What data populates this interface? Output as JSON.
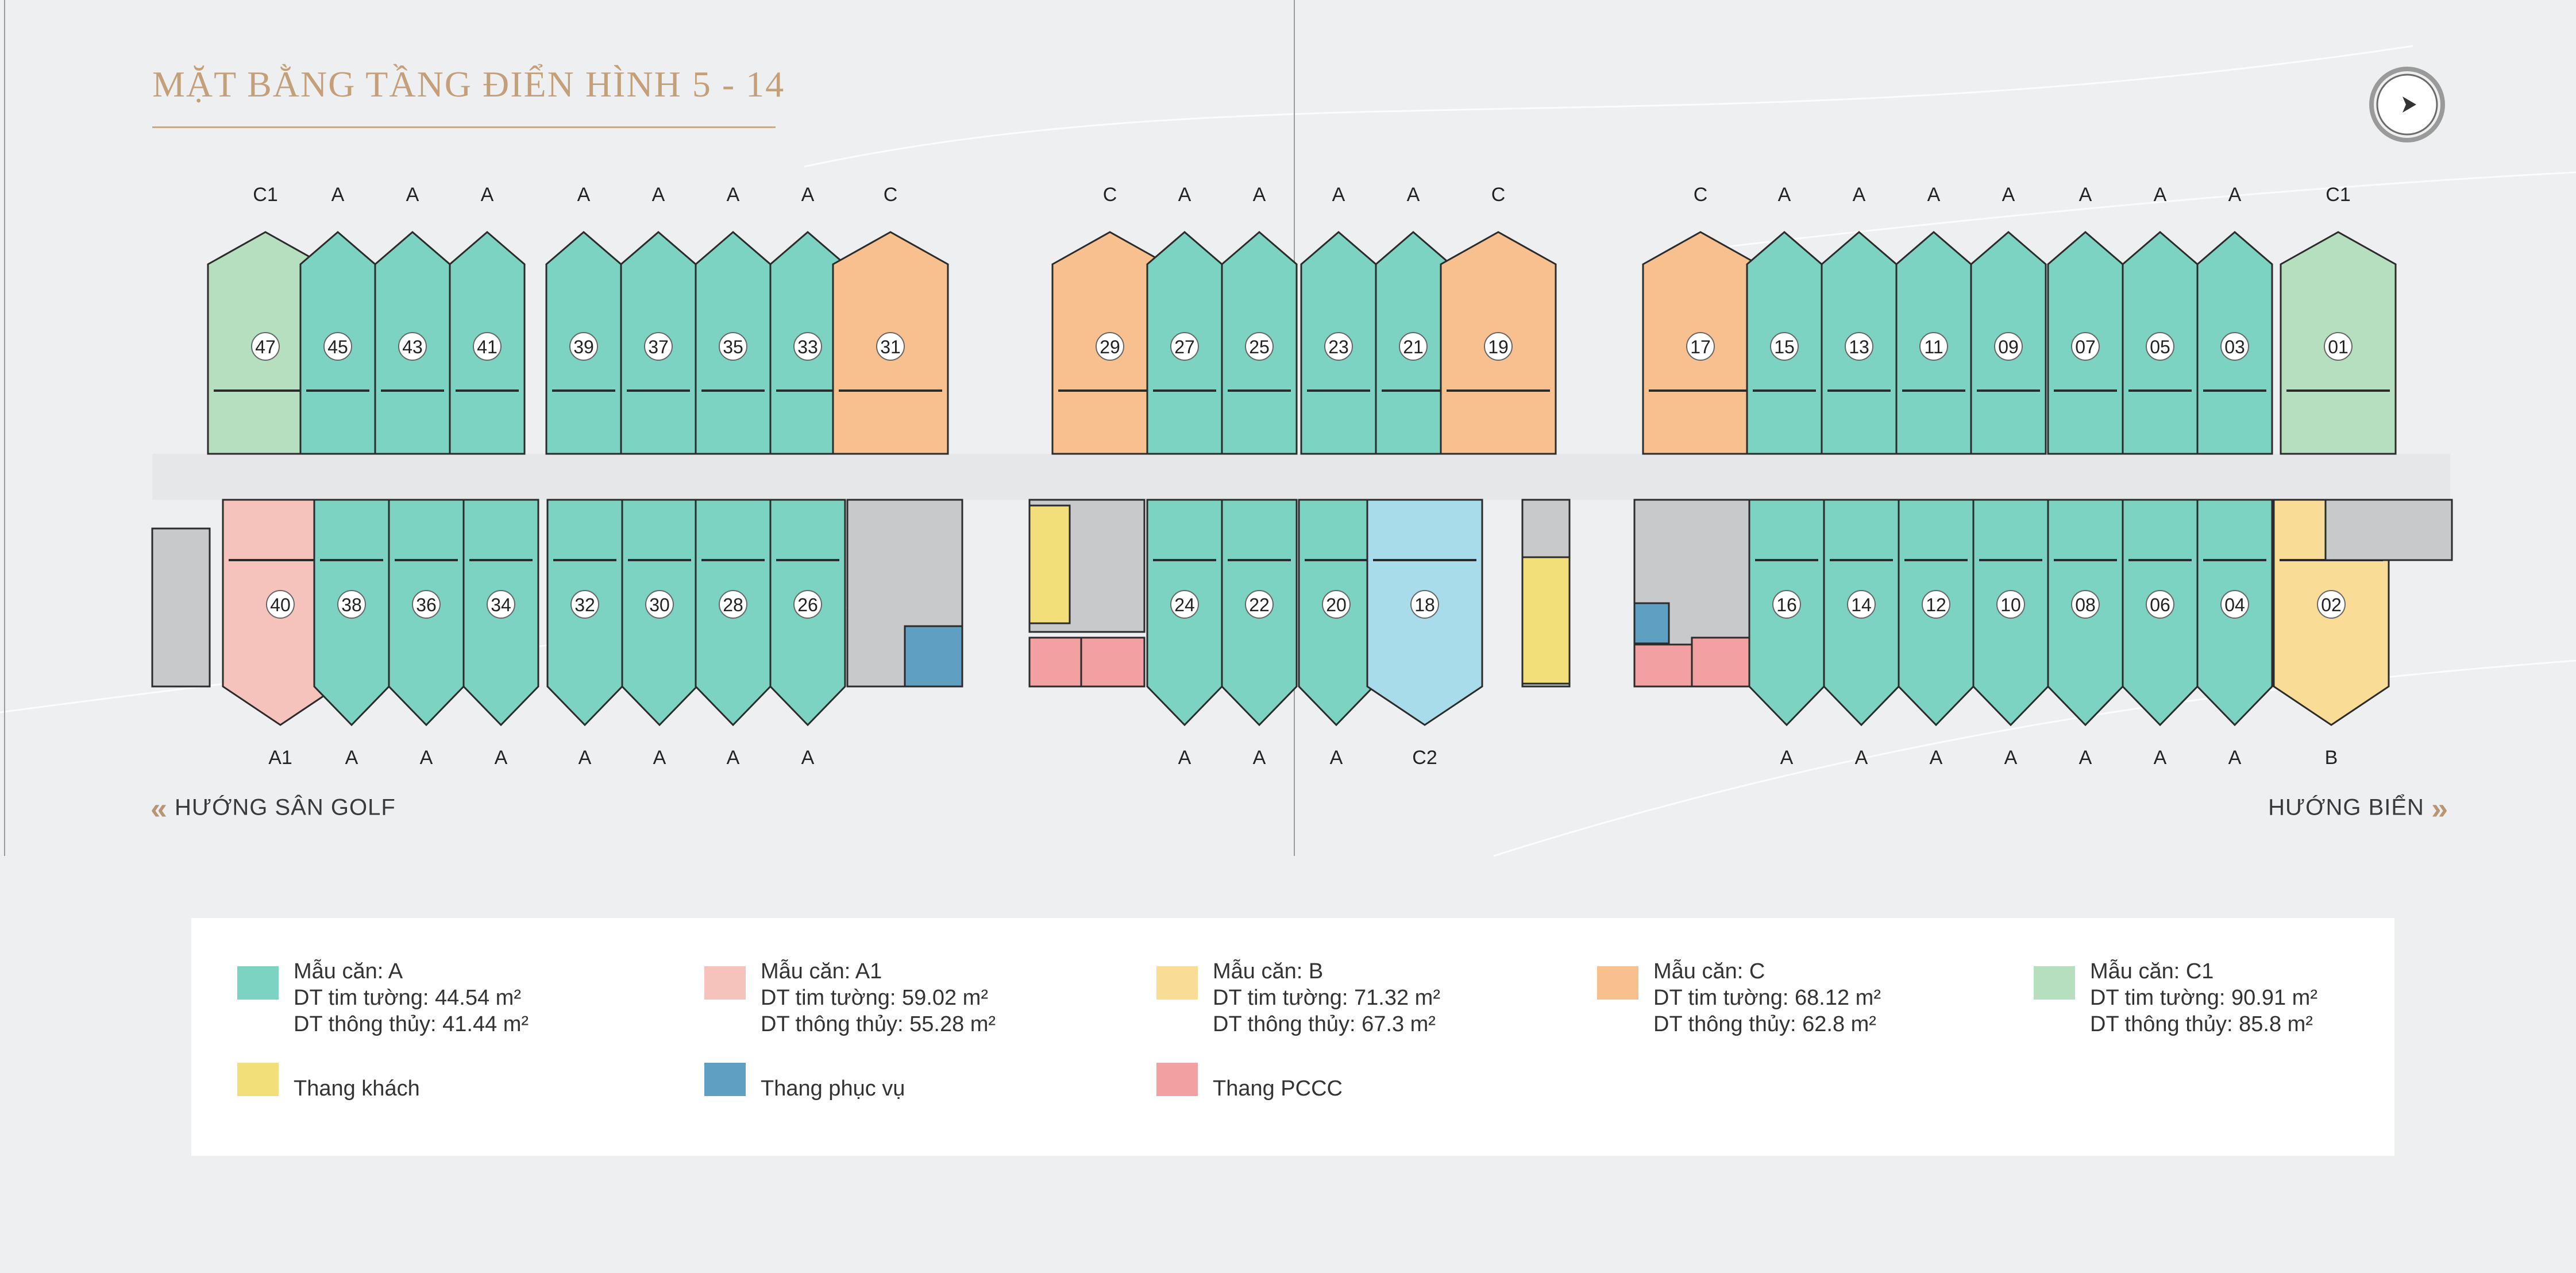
{
  "title": "MẶT BẰNG TẦNG ĐIỂN HÌNH 5 - 14",
  "directions": {
    "left": "HƯỚNG SÂN GOLF",
    "right": "HƯỚNG BIỂN"
  },
  "colors": {
    "A": "#7dd3c2",
    "A1": "#f6c3bc",
    "B": "#f9dc95",
    "C": "#f8bf8f",
    "C1": "#b5dfbe",
    "C2": "#a9dcea",
    "service": "#c8c9ca",
    "guest_lift": "#f2df79",
    "service_lift": "#5f9fc1",
    "fire_lift": "#f3a0a3",
    "wall": "#2b2b2b",
    "accent": "#c4a07a"
  },
  "top_row": [
    {
      "no": "47",
      "type": "C1"
    },
    {
      "no": "45",
      "type": "A"
    },
    {
      "no": "43",
      "type": "A"
    },
    {
      "no": "41",
      "type": "A"
    },
    {
      "no": "39",
      "type": "A"
    },
    {
      "no": "37",
      "type": "A"
    },
    {
      "no": "35",
      "type": "A"
    },
    {
      "no": "33",
      "type": "A"
    },
    {
      "no": "31",
      "type": "C"
    },
    {
      "no": "29",
      "type": "C"
    },
    {
      "no": "27",
      "type": "A"
    },
    {
      "no": "25",
      "type": "A"
    },
    {
      "no": "23",
      "type": "A"
    },
    {
      "no": "21",
      "type": "A"
    },
    {
      "no": "19",
      "type": "C"
    },
    {
      "no": "17",
      "type": "C"
    },
    {
      "no": "15",
      "type": "A"
    },
    {
      "no": "13",
      "type": "A"
    },
    {
      "no": "11",
      "type": "A"
    },
    {
      "no": "09",
      "type": "A"
    },
    {
      "no": "07",
      "type": "A"
    },
    {
      "no": "05",
      "type": "A"
    },
    {
      "no": "03",
      "type": "A"
    },
    {
      "no": "01",
      "type": "C1"
    }
  ],
  "bottom_row": [
    {
      "no": "40",
      "type": "A1"
    },
    {
      "no": "38",
      "type": "A"
    },
    {
      "no": "36",
      "type": "A"
    },
    {
      "no": "34",
      "type": "A"
    },
    {
      "no": "32",
      "type": "A"
    },
    {
      "no": "30",
      "type": "A"
    },
    {
      "no": "28",
      "type": "A"
    },
    {
      "no": "26",
      "type": "A"
    },
    {
      "no": "24",
      "type": "A"
    },
    {
      "no": "22",
      "type": "A"
    },
    {
      "no": "20",
      "type": "A"
    },
    {
      "no": "18",
      "type": "C2"
    },
    {
      "no": "16",
      "type": "A"
    },
    {
      "no": "14",
      "type": "A"
    },
    {
      "no": "12",
      "type": "A"
    },
    {
      "no": "10",
      "type": "A"
    },
    {
      "no": "08",
      "type": "A"
    },
    {
      "no": "06",
      "type": "A"
    },
    {
      "no": "04",
      "type": "A"
    },
    {
      "no": "02",
      "type": "B"
    }
  ],
  "legend": {
    "types": [
      {
        "name": "Mẫu căn: A",
        "wall_area": "DT tim tường: 44.54 m²",
        "net_area": "DT thông thủy: 41.44 m²",
        "color": "#7dd3c2"
      },
      {
        "name": "Mẫu căn: A1",
        "wall_area": "DT tim tường: 59.02 m²",
        "net_area": "DT thông thủy: 55.28 m²",
        "color": "#f6c3bc"
      },
      {
        "name": "Mẫu căn: B",
        "wall_area": "DT tim tường: 71.32 m²",
        "net_area": "DT thông thủy: 67.3 m²",
        "color": "#f9dc95"
      },
      {
        "name": "Mẫu căn: C",
        "wall_area": "DT tim tường: 68.12 m²",
        "net_area": "DT thông thủy: 62.8 m²",
        "color": "#f8bf8f"
      },
      {
        "name": "Mẫu căn: C1",
        "wall_area": "DT tim tường: 90.91 m²",
        "net_area": "DT thông thủy: 85.8 m²",
        "color": "#b5dfbe"
      }
    ],
    "lifts": [
      {
        "name": "Thang khách",
        "color": "#f2df79"
      },
      {
        "name": "Thang phục vụ",
        "color": "#5f9fc1"
      },
      {
        "name": "Thang PCCC",
        "color": "#f3a0a3"
      }
    ]
  }
}
